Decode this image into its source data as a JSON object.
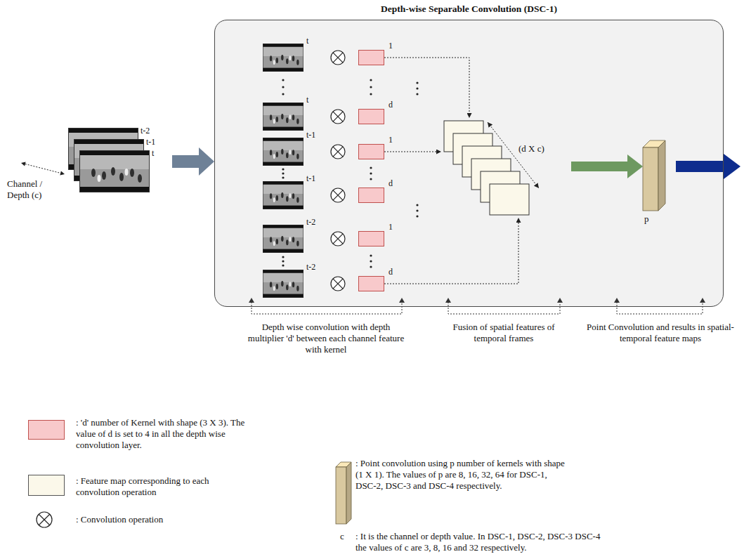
{
  "diagram": {
    "nodes": [
      {
        "text": [
          "Depth-wise Separable Convolution (DSC-1)"
        ]
      },
      {
        "text": [
          "t-2",
          "t-1",
          "t"
        ]
      },
      {
        "text": [
          "1"
        ],
        "in": 0
      },
      {
        "text": [
          "d"
        ],
        "in": 0
      },
      {
        "text": [
          "1"
        ],
        "in": 0
      },
      {
        "text": [
          "d"
        ],
        "in": 0
      },
      {
        "text": [
          "1"
        ],
        "in": 0
      },
      {
        "text": [
          "d"
        ],
        "in": 0
      },
      {
        "text": [
          "(d X c)"
        ],
        "in": 0
      },
      {
        "text": [
          "p"
        ],
        "in": 0
      }
    ],
    "edges": [
      {
        "from": 1,
        "to": 0,
        "arrow": "to"
      },
      {
        "from": 2,
        "to": 8,
        "arrow": "to"
      },
      {
        "from": 4,
        "to": 8,
        "arrow": "to"
      },
      {
        "from": 7,
        "to": 8,
        "arrow": "to"
      },
      {
        "from": 8,
        "to": 9,
        "arrow": "to"
      }
    ],
    "labels": [
      "Channel / Depth (c)",
      "t",
      "t",
      "t-1",
      "t-1",
      "t-2",
      "t-2",
      "Depth wise convolution with depth multiplier 'd' between each channel feature with kernel",
      "Fusion of spatial features of temporal frames",
      "Point Convolution and results in spatial-temporal feature maps",
      "c"
    ],
    "legend": [
      {
        "text": ": 'd' number of Kernel with shape (3 X 3). The value of d is set to 4 in all the depth wise convolution layer.",
        "color": "#f8c9cb"
      },
      {
        "text": ": Feature map corresponding to each convolution operation",
        "color": "#fbf8ea"
      },
      {
        "text": ": Convolution operation"
      },
      {
        "text": ": Point convolution using p number of kernels with shape (1 X 1). The values of p are 8, 16, 32, 64 for DSC-1, DSC-2, DSC-3 and DSC-4 respectively.",
        "color": "#d9c9a0"
      },
      {
        "text": ": It is the channel or depth value. In DSC-1, DSC-2, DSC-3 DSC-4 the values of c are 3, 8, 16 and 32 respectively."
      }
    ]
  }
}
